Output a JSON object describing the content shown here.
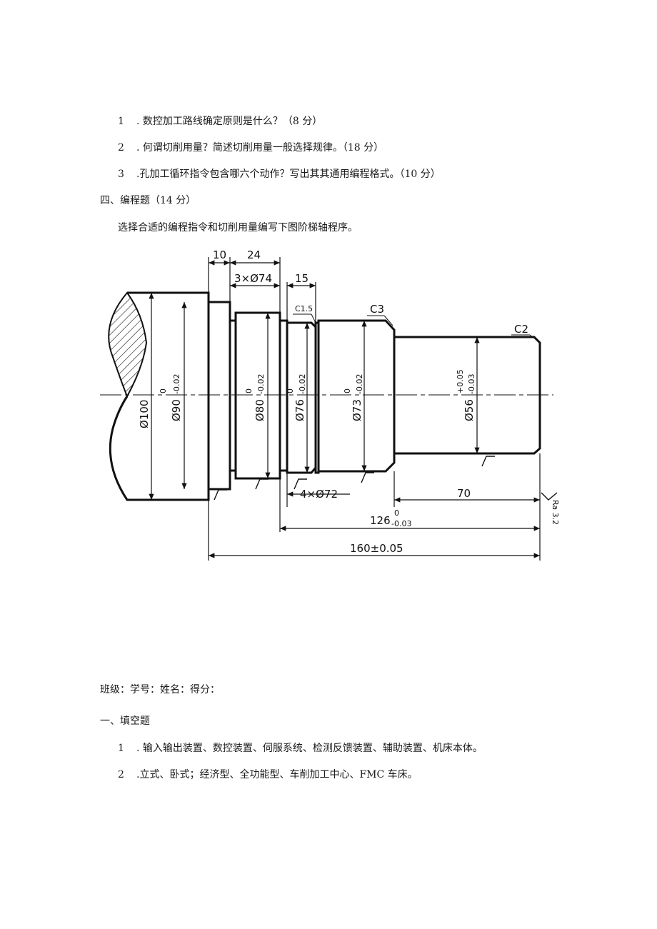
{
  "questions_top": [
    {
      "num": "1",
      "text": ". 数控加工路线确定原则是什么？（8 分）"
    },
    {
      "num": "2",
      "text": ". 何谓切削用量？简述切削用量一般选择规律。（18 分）"
    },
    {
      "num": "3",
      "text": ".孔加工循环指令包含哪六个动作？写出其其通用编程格式。（10 分）"
    }
  ],
  "section4": {
    "heading": "四、编程题（14 分）",
    "instruction": "选择合适的编程指令和切削用量编写下图阶梯轴程序。"
  },
  "drawing": {
    "top_dims": {
      "d10": "10",
      "d24": "24",
      "groove_top": "3×Ø74",
      "d15": "15"
    },
    "chamfers": {
      "c15": "C1.5",
      "c3": "C3",
      "c2": "C2"
    },
    "diameters": {
      "d100": "Ø100",
      "d90": "Ø90",
      "d90_tol_u": "0",
      "d90_tol_l": "-0.02",
      "d80": "Ø80",
      "d80_tol_u": "0",
      "d80_tol_l": "-0.02",
      "d76": "Ø76",
      "d76_tol_u": "0",
      "d76_tol_l": "-0.02",
      "d73": "Ø73",
      "d73_tol_u": "0",
      "d73_tol_l": "-0.02",
      "d56": "Ø56",
      "d56_tol_u": "+0.05",
      "d56_tol_l": "-0.03"
    },
    "bottom_dims": {
      "groove_bottom": "4×Ø72",
      "d70": "70",
      "d126": "126",
      "d126_tol_u": "0",
      "d126_tol_l": "-0.03",
      "d160": "160±0.05"
    },
    "roughness": "Ra 3.2"
  },
  "info_line": "班级：学号：姓名：得分：",
  "section1": {
    "heading": "一、填空题",
    "answers": [
      {
        "num": "1",
        "text": ". 输入输出装置、数控装置、伺服系统、检测反馈装置、辅助装置、机床本体。"
      },
      {
        "num": "2",
        "text": ".立式、卧式；经济型、全功能型、车削加工中心、FMC 车床。"
      }
    ]
  }
}
